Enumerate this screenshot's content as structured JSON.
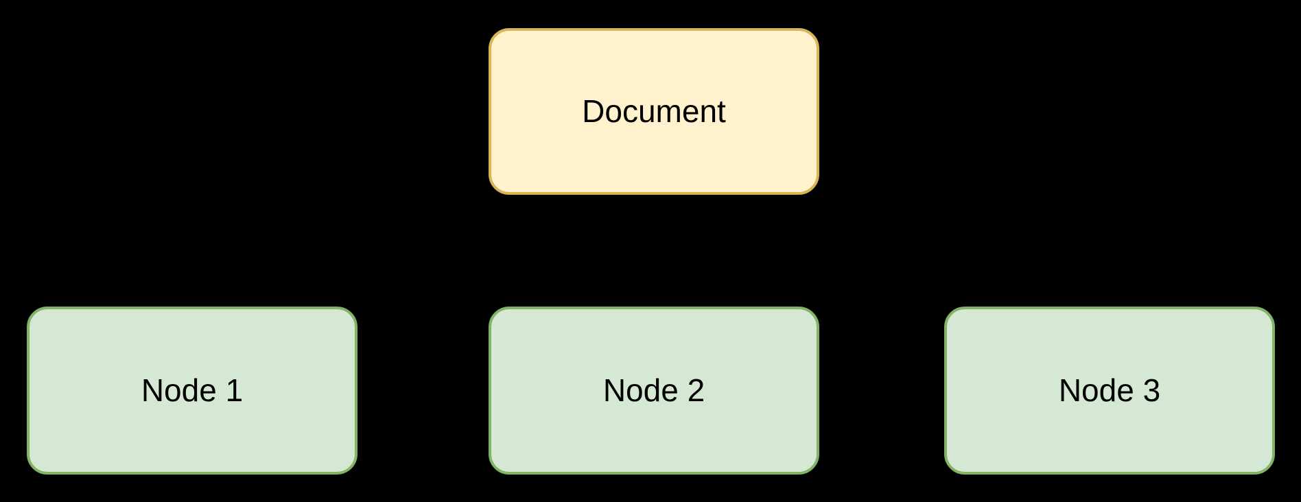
{
  "diagram": {
    "background_color": "#000000",
    "text_color": "#000000",
    "nodes": {
      "document": {
        "label": "Document",
        "fill": "#FFF2CC",
        "stroke": "#D6B656",
        "role": "root"
      },
      "node1": {
        "label": "Node 1",
        "fill": "#D5E8D4",
        "stroke": "#82B366",
        "role": "child"
      },
      "node2": {
        "label": "Node 2",
        "fill": "#D5E8D4",
        "stroke": "#82B366",
        "role": "child"
      },
      "node3": {
        "label": "Node 3",
        "fill": "#D5E8D4",
        "stroke": "#82B366",
        "role": "child"
      }
    }
  }
}
